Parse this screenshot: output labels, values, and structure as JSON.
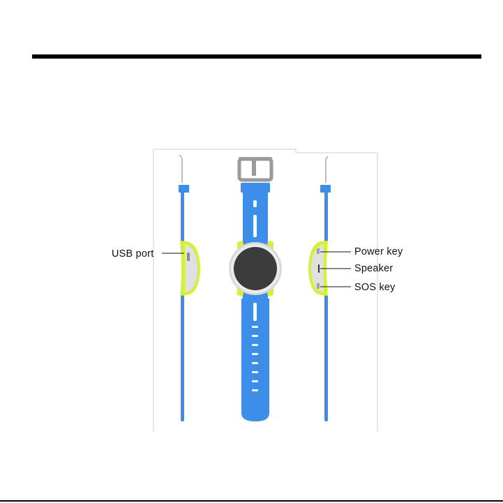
{
  "labels": {
    "usb_port": "USB port",
    "power_key": "Power key",
    "speaker": "Speaker",
    "sos_key": "SOS key"
  },
  "colors": {
    "strap": "#3d8ee9",
    "strap_dark": "#2f7bd6",
    "bumper": "#d6ef3a",
    "case": "#e2e2e2",
    "screen": "#3c3c3c",
    "buckle": "#9a9a9a"
  }
}
